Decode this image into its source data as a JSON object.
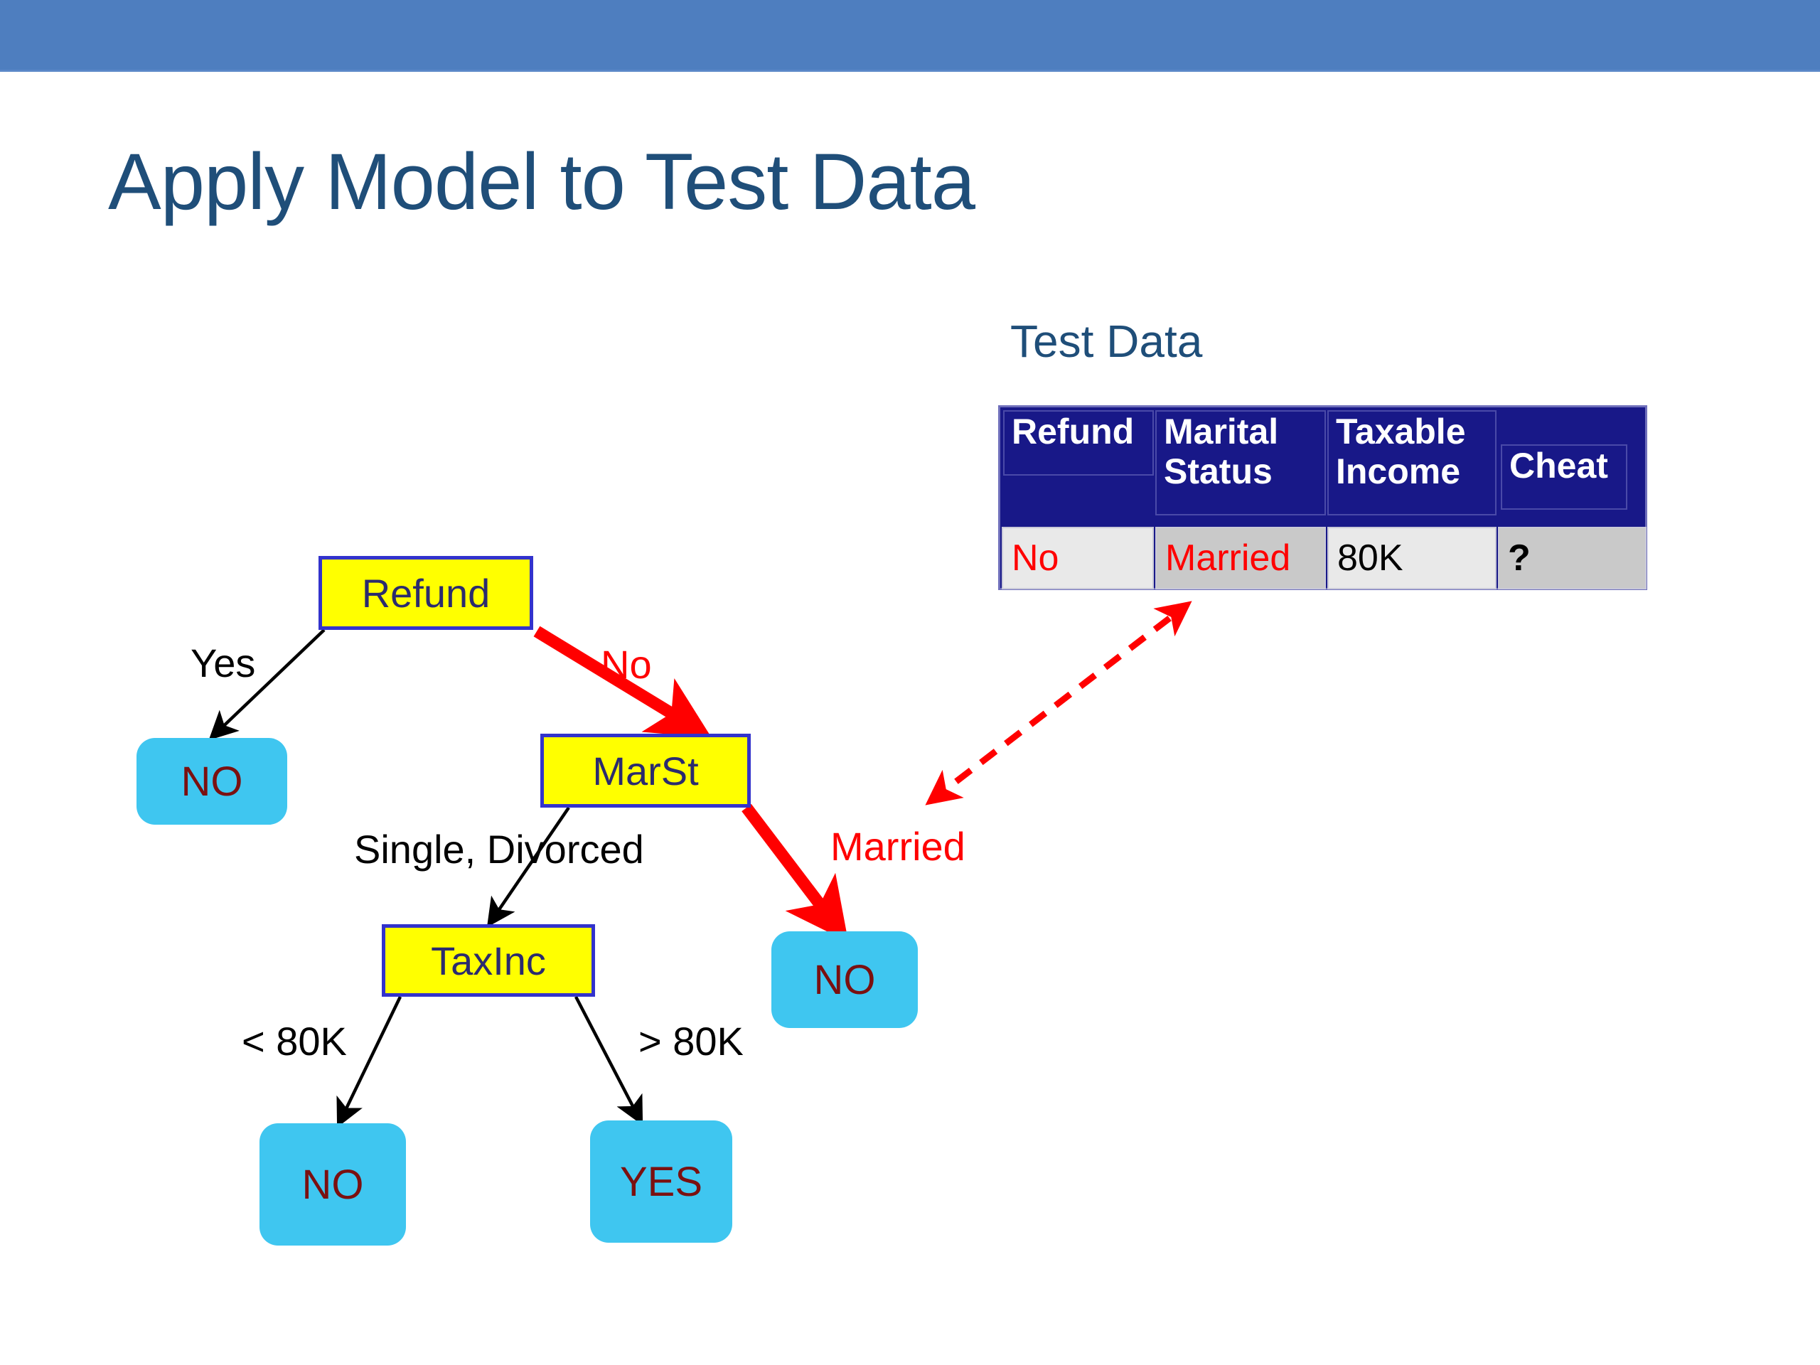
{
  "slide": {
    "title": "Apply Model to Test Data",
    "banner_color": "#4E7EBF",
    "title_color": "#1F4E79",
    "background": "#FFFFFF"
  },
  "test_data": {
    "caption": "Test Data",
    "caption_color": "#1F4E79",
    "header_bg": "#181888",
    "header_text_color": "#FFFFFF",
    "columns": [
      "Refund",
      "Marital\nStatus",
      "Taxable\nIncome",
      "Cheat"
    ],
    "rows": [
      {
        "refund": "No",
        "marital_status": "Married",
        "taxable_income": "80K",
        "cheat": "?"
      }
    ],
    "cell_colors": {
      "refund": "#E9E9E9",
      "marital_status": "#C9C9C9",
      "taxable_income": "#E9E9E9",
      "cheat": "#C9C9C9"
    },
    "value_colors": {
      "refund": "#FF0000",
      "marital_status": "#FF0000",
      "taxable_income": "#000000",
      "cheat": "#000000"
    }
  },
  "tree": {
    "decision_node_fill": "#FFFF00",
    "decision_node_border": "#3333CC",
    "leaf_fill": "#3FC6F0",
    "leaf_text_color": "#7B1010",
    "highlight_color": "#FF0000",
    "nodes": [
      {
        "id": "refund",
        "label": "Refund",
        "kind": "decision"
      },
      {
        "id": "marst",
        "label": "MarSt",
        "kind": "decision"
      },
      {
        "id": "taxinc",
        "label": "TaxInc",
        "kind": "decision"
      },
      {
        "id": "leaf-yes-refund",
        "label": "NO",
        "kind": "leaf"
      },
      {
        "id": "leaf-married",
        "label": "NO",
        "kind": "leaf"
      },
      {
        "id": "leaf-lt80k",
        "label": "NO",
        "kind": "leaf"
      },
      {
        "id": "leaf-gt80k",
        "label": "YES",
        "kind": "leaf"
      }
    ],
    "edges": [
      {
        "from": "refund",
        "to": "leaf-yes-refund",
        "label": "Yes",
        "highlighted": false
      },
      {
        "from": "refund",
        "to": "marst",
        "label": "No",
        "highlighted": true
      },
      {
        "from": "marst",
        "to": "taxinc",
        "label": "Single, Divorced",
        "highlighted": false
      },
      {
        "from": "marst",
        "to": "leaf-married",
        "label": "Married",
        "highlighted": true
      },
      {
        "from": "taxinc",
        "to": "leaf-lt80k",
        "label": "< 80K",
        "highlighted": false
      },
      {
        "from": "taxinc",
        "to": "leaf-gt80k",
        "label": "> 80K",
        "highlighted": false
      }
    ]
  },
  "annotation": {
    "connector": "dashed-double-arrow",
    "connector_color": "#FF0000"
  }
}
